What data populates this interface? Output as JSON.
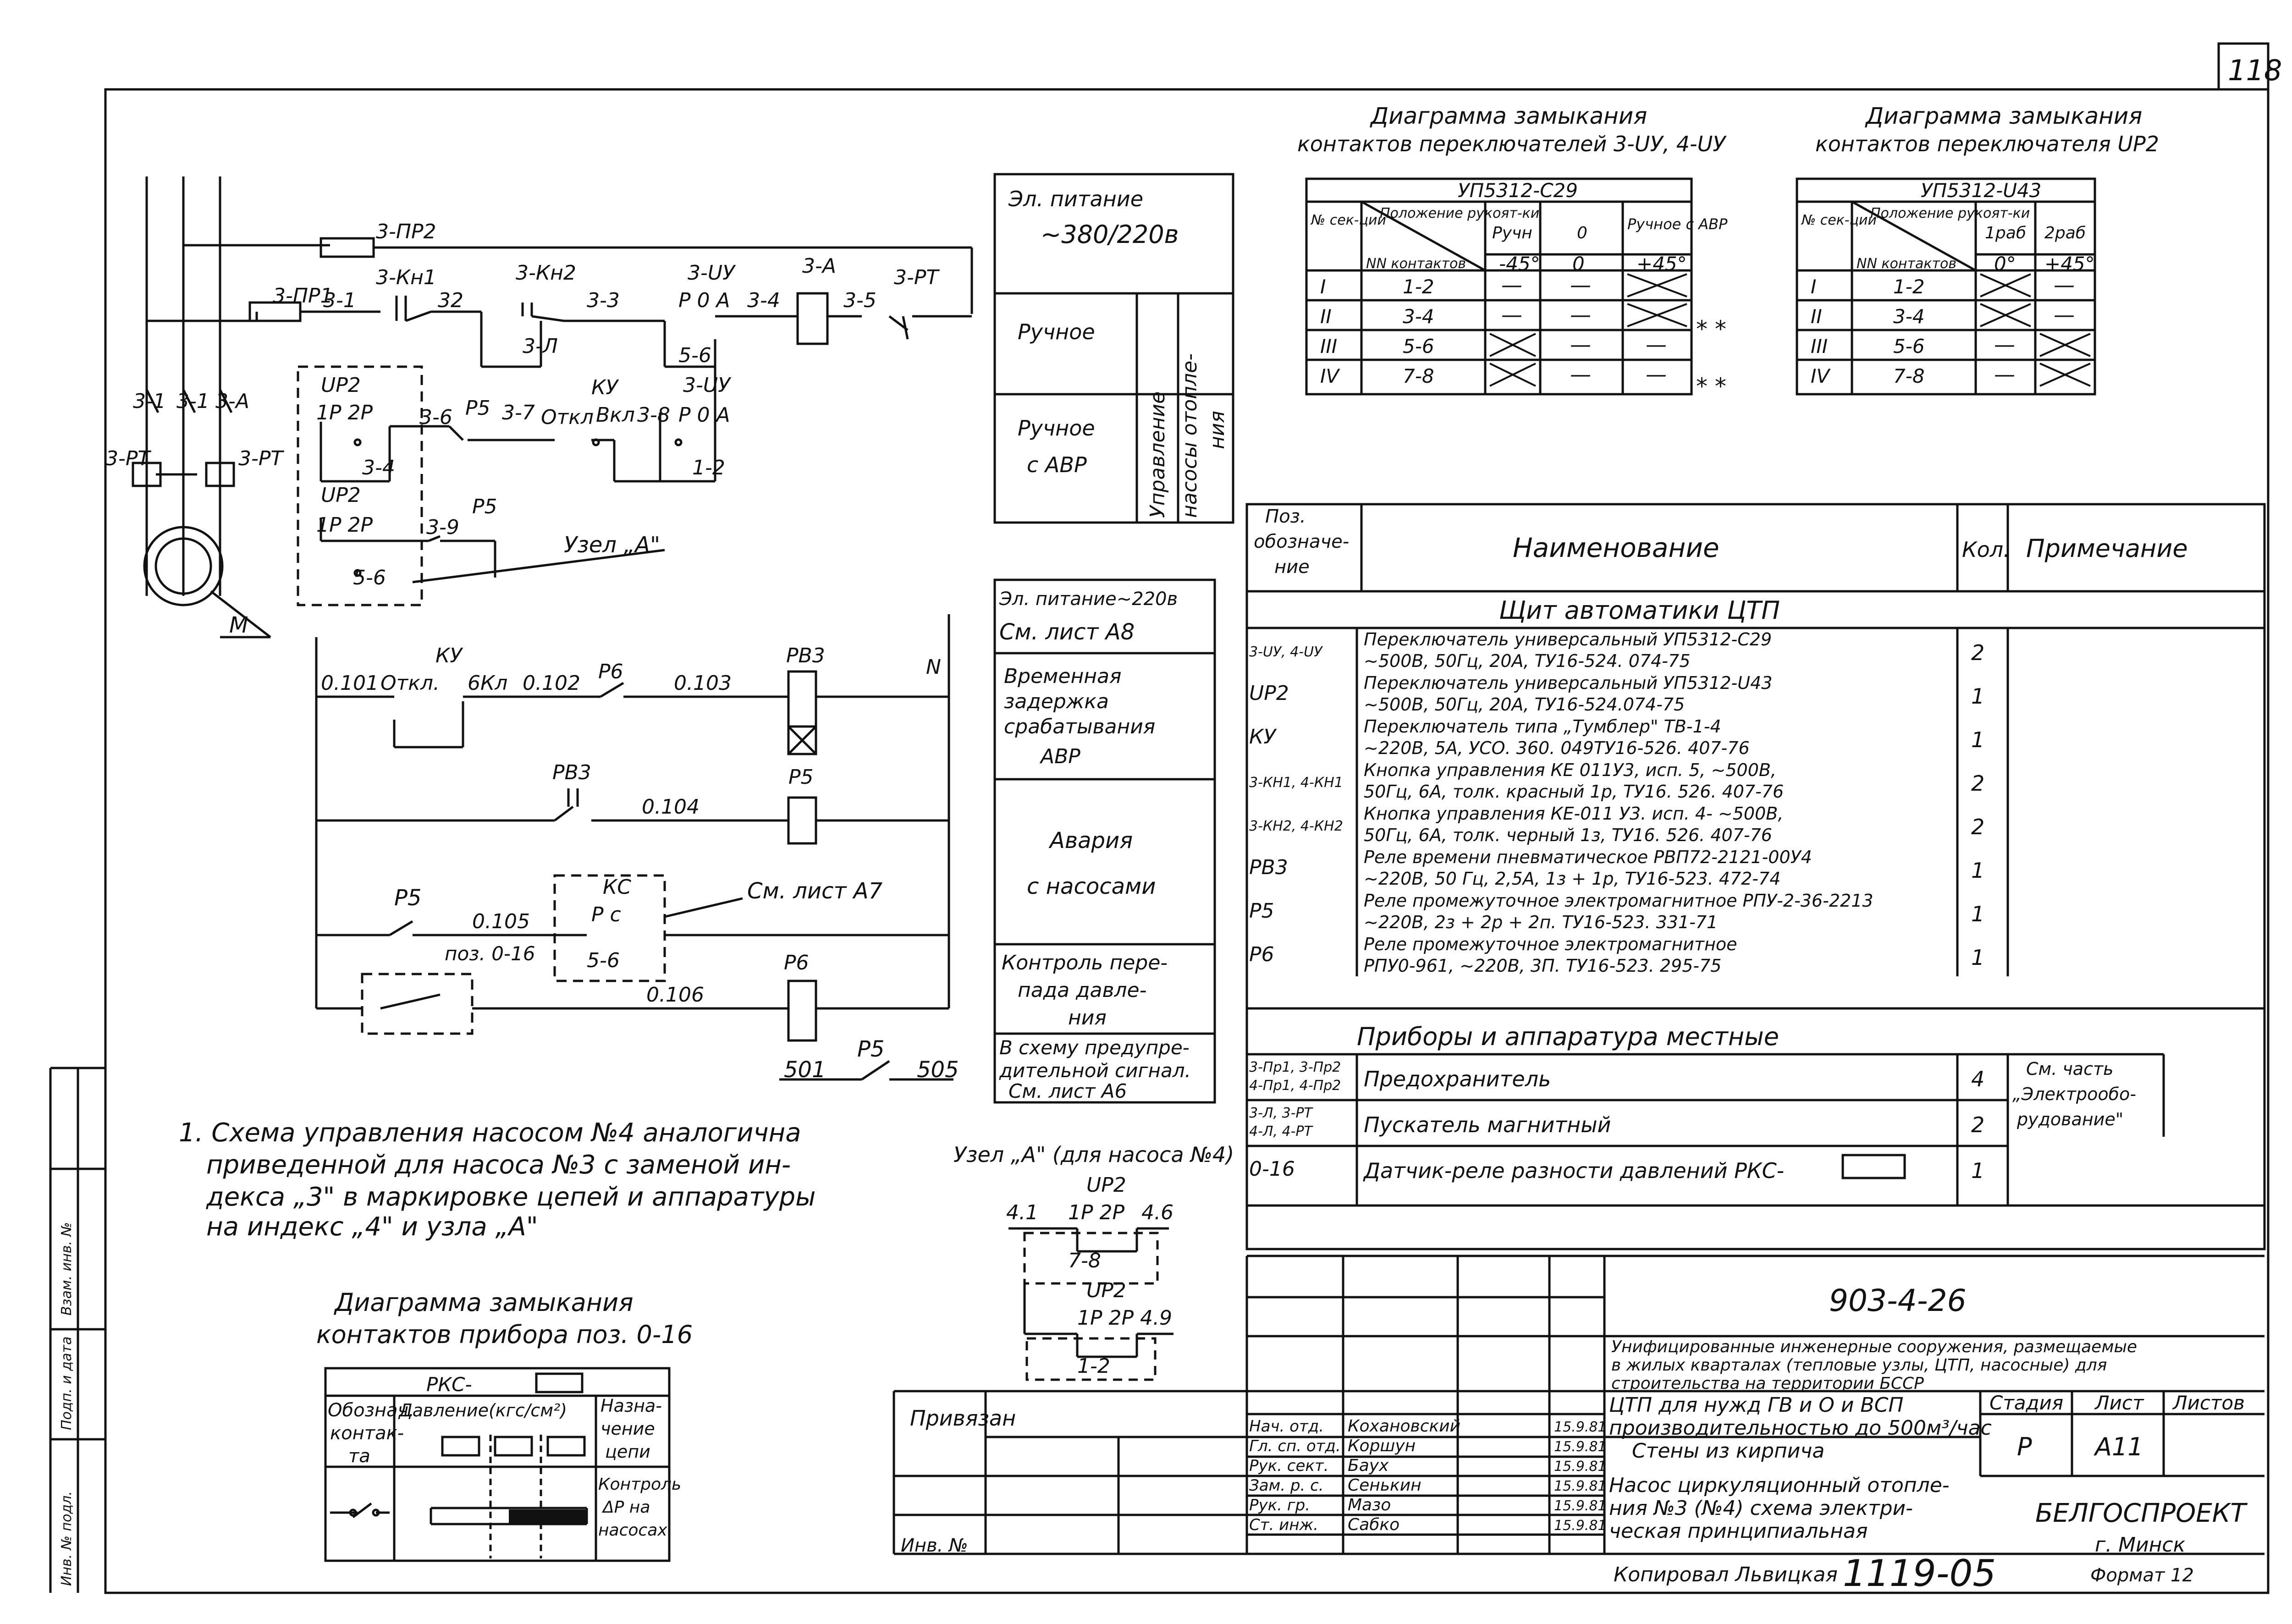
{
  "sheet_number": "118",
  "contact_diagram_switches": {
    "title_line1": "Диаграмма замыкания",
    "title_line2": "контактов переключателей 3-UУ, 4-UУ",
    "type": "УП5312-С29",
    "head_section": "№ сек-ции",
    "head_position": "Положение рукоят-ки",
    "head_nn": "NN контактов",
    "head_col1": "Ручн",
    "head_col2": "0",
    "head_col3": "Ручное с АВР",
    "angle1": "-45°",
    "angle2": "0",
    "angle3": "+45°",
    "rows": [
      {
        "section": "I",
        "contacts": "1-2",
        "c1": "—",
        "c2": "—",
        "c3": "X"
      },
      {
        "section": "II",
        "contacts": "3-4",
        "c1": "—",
        "c2": "—",
        "c3": "X"
      },
      {
        "section": "III",
        "contacts": "5-6",
        "c1": "X",
        "c2": "—",
        "c3": "—"
      },
      {
        "section": "IV",
        "contacts": "7-8",
        "c1": "X",
        "c2": "—",
        "c3": "—"
      }
    ],
    "marks": [
      "* *",
      "* *"
    ]
  },
  "contact_diagram_up2": {
    "title_line1": "Диаграмма замыкания",
    "title_line2": "контактов переключателя UP2",
    "type": "УП5312-U43",
    "head_section": "№ сек-ции",
    "head_position": "Положение рукоят-ки",
    "head_nn": "NN контактов",
    "head_col1": "1раб",
    "head_col2": "2раб",
    "angle1": "0°",
    "angle2": "+45°",
    "rows": [
      {
        "section": "I",
        "contacts": "1-2",
        "c1": "X",
        "c2": "—"
      },
      {
        "section": "II",
        "contacts": "3-4",
        "c1": "X",
        "c2": "—"
      },
      {
        "section": "III",
        "contacts": "5-6",
        "c1": "—",
        "c2": "X"
      },
      {
        "section": "IV",
        "contacts": "7-8",
        "c1": "—",
        "c2": "X"
      }
    ]
  },
  "circuit_labels": {
    "pr2": "3-ПР2",
    "pr1": "3-ПР1",
    "n31": "3-1",
    "kn1": "3-Кн1",
    "n32": "32",
    "kn2": "3-Кн2",
    "n33": "3-3",
    "uu1": "3-UУ",
    "p0a": "Р  0 А",
    "n34": "3-4",
    "coil_a": "3-А",
    "n35": "3-5",
    "rt": "3-РТ",
    "l3": "3-Л",
    "k56": "5-6",
    "up2a": "UP2",
    "p1p2p": "1Р  2Р",
    "n36": "3-6",
    "p5a": "Р5",
    "n37": "3-7",
    "otkl": "Откл",
    "ku": "КУ",
    "vkl": "Вкл",
    "n38": "3-8",
    "p0a2": "Р  0  А",
    "uu2": "3-UУ",
    "k34": "3-4",
    "k12": "1-2",
    "up2b": "UP2",
    "p1p2pb": "1Р  2Р",
    "n39": "3-9",
    "p5b": "Р5",
    "k56b": "5-6",
    "uzel": "Узел „А\"",
    "ph1": "3-1",
    "ph2": "3-1",
    "pha": "3-А",
    "rt1": "3-РТ",
    "rt2": "3-РТ",
    "motor": "М"
  },
  "circuit2_labels": {
    "ku": "КУ",
    "n0101": "0.101",
    "otkl": "Откл.",
    "vkl": "6Кл",
    "n0102": "0.102",
    "p6": "Р6",
    "n0103": "0.103",
    "rv3": "РВ3",
    "n": "N",
    "rv3b": "РВ3",
    "n0104": "0.104",
    "p5coil": "Р5",
    "p5c": "Р5",
    "n0105": "0.105",
    "kc": "КС",
    "pc": "Р   с",
    "sm": "См. лист А7",
    "poz": "поз. 0-16",
    "k56": "5-6",
    "n0106": "0.106",
    "p6coil": "Р6",
    "n501": "501",
    "p5d": "Р5",
    "n505": "505"
  },
  "mode_table": {
    "power": [
      "Эл. питание",
      "~380/220в"
    ],
    "manual": "Ручное",
    "manual_avr": [
      "Ручное",
      "с АВР"
    ],
    "vertical": [
      "Управление",
      "насосы отопле-",
      "ния"
    ]
  },
  "function_table": [
    [
      "Эл. питание~220в",
      "См. лист А8"
    ],
    [
      "Временная",
      "задержка",
      "срабатывания",
      "АВР"
    ],
    [
      "Авария",
      "с насосами"
    ],
    [
      "Контроль пере-",
      "пада давле-",
      "ния"
    ],
    [
      "В схему предупре-",
      "дительной сигнал.",
      "См. лист А6"
    ]
  ],
  "note": [
    "1. Схема управления насосом №4 аналогична",
    "приведенной для насоса №3 с заменой ин-",
    "декса „3\" в маркировке цепей и аппаратуры",
    "на индекс „4\" и узла „А\""
  ],
  "node_a": {
    "title": "Узел „А\" (для насоса №4)",
    "up2": "UP2",
    "n41": "4.1",
    "p1p2p": "1Р   2Р",
    "n46": "4.6",
    "k78": "7-8",
    "up2b": "UP2",
    "p1p2p4": "1Р   2Р 4.9",
    "k12": "1-2"
  },
  "rks_diagram": {
    "title_line1": "Диаграмма замыкания",
    "title_line2": "контактов прибора поз. 0-16",
    "rks": "РКС-",
    "h1": [
      "Обознач.",
      "контак-",
      "та"
    ],
    "h2": "Давление(кгс/см²)",
    "h3": [
      "Назна-",
      "чение",
      "цепи"
    ],
    "purpose": [
      "Контроль",
      "ΔР на",
      "насосах"
    ]
  },
  "spec_table": {
    "h_pos": [
      "Поз.",
      "обозначе-",
      "ние"
    ],
    "h_name": "Наименование",
    "h_qty": "Кол.",
    "h_note": "Примечание",
    "section1": "Щит автоматики ЦТП",
    "rows": [
      {
        "pos": "3-UУ, 4-UУ",
        "name": [
          "Переключатель универсальный УП5312-С29",
          "~500В, 50Гц, 20А, ТУ16-524. 074-75"
        ],
        "qty": "2"
      },
      {
        "pos": "UP2",
        "name": [
          "Переключатель универсальный УП5312-U43",
          "~500В, 50Гц, 20А, ТУ16-524.074-75"
        ],
        "qty": "1"
      },
      {
        "pos": "КУ",
        "name": [
          "Переключатель типа „Тумблер\" ТВ-1-4",
          "~220В, 5А, УСО. 360. 049ТУ16-526. 407-76"
        ],
        "qty": "1"
      },
      {
        "pos": "3-КН1, 4-КН1",
        "name": [
          "Кнопка управления КЕ 011У3, исп. 5, ~500В,",
          "50Гц, 6А, толк. красный 1р, ТУ16. 526. 407-76"
        ],
        "qty": "2"
      },
      {
        "pos": "3-КН2, 4-КН2",
        "name": [
          "Кнопка управления КЕ-011 У3. исп. 4- ~500В,",
          "50Гц, 6А, толк. черный 1з, ТУ16. 526. 407-76"
        ],
        "qty": "2"
      },
      {
        "pos": "РВ3",
        "name": [
          "Реле времени пневматическое РВП72-2121-00У4",
          "~220В, 50 Гц, 2,5А, 1з + 1р, ТУ16-523. 472-74"
        ],
        "qty": "1"
      },
      {
        "pos": "Р5",
        "name": [
          "Реле промежуточное электромагнитное РПУ-2-36-2213",
          "~220В, 2з + 2р + 2п. ТУ16-523. 331-71"
        ],
        "qty": "1"
      },
      {
        "pos": "Р6",
        "name": [
          "Реле промежуточное электромагнитное",
          "РПУ0-961, ~220В, 3П. ТУ16-523. 295-75"
        ],
        "qty": "1"
      }
    ],
    "section2": "Приборы и аппаратура местные",
    "rows2": [
      {
        "pos": [
          "3-Пр1, 3-Пр2",
          "4-Пр1, 4-Пр2"
        ],
        "name": "Предохранитель",
        "qty": "4"
      },
      {
        "pos": [
          "3-Л, 3-РТ",
          "4-Л, 4-РТ"
        ],
        "name": "Пускатель магнитный",
        "qty": "2"
      },
      {
        "pos": [
          "0-16"
        ],
        "name": "Датчик-реле разности давлений РКС-",
        "qty": "1"
      }
    ],
    "note_col": [
      "См. часть",
      "„Электрообо-",
      "рудование\""
    ]
  },
  "title_block": {
    "code": "903-4-26",
    "desc": [
      "Унифицированные инженерные сооружения, размещаемые",
      "в жилых кварталах (тепловые узлы, ЦТП, насосные) для",
      "строительства на территории БССР"
    ],
    "privyazan": "Привязан",
    "inv": "Инв. №",
    "people": [
      {
        "role": "Нач. отд.",
        "name": "Кохановский",
        "date": "15.9.81"
      },
      {
        "role": "Гл. сп. отд.",
        "name": "Коршун",
        "date": "15.9.81"
      },
      {
        "role": "Рук. сект.",
        "name": "Баух",
        "date": "15.9.81"
      },
      {
        "role": "Зам. р. с.",
        "name": "Сенькин",
        "date": "15.9.81"
      },
      {
        "role": "Рук. гр.",
        "name": "Мазо",
        "date": "15.9.81"
      },
      {
        "role": "Ст. инж.",
        "name": "Сабко",
        "date": "15.9.81"
      }
    ],
    "object": [
      "ЦТП для нужд ГВ и О и ВСП",
      "производительностью до 500м³/час",
      "Стены из кирпича",
      "Насос циркуляционный отопле-",
      "ния №3 (№4) схема электри-",
      "ческая принципиальная"
    ],
    "stage_h": "Стадия",
    "sheet_h": "Лист",
    "sheets_h": "Листов",
    "stage": "Р",
    "sheet": "А11",
    "sheets": "",
    "org": [
      "БЕЛГОСПРОЕКТ",
      "г. Минск"
    ],
    "copied": "Копировал Львицкая",
    "number": "1119-05",
    "format": "Формат 12"
  },
  "margin_stamps": [
    "Взам. инв. №",
    "Подп. и дата",
    "Инв. № подл."
  ]
}
